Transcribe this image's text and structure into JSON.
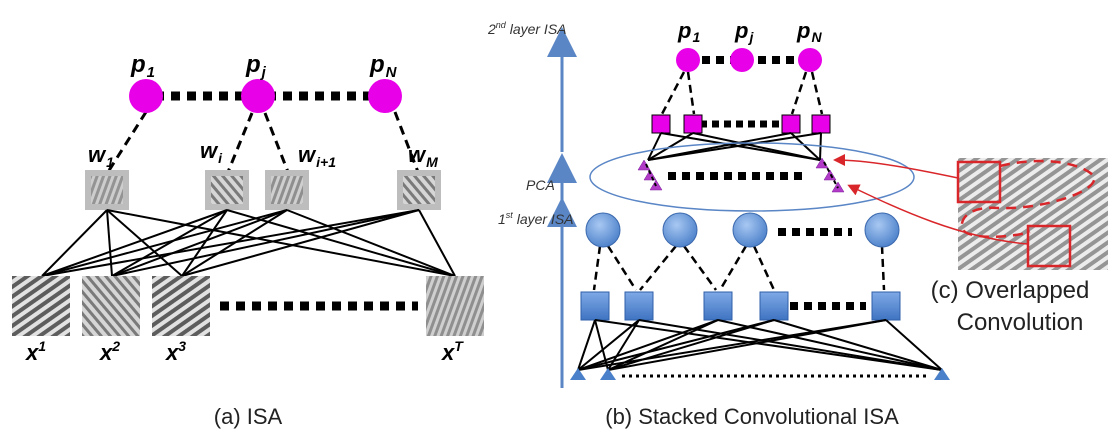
{
  "panel_a": {
    "pooling_units": [
      "p",
      "p",
      "p"
    ],
    "pooling_subs": [
      "1",
      "j",
      "N"
    ],
    "weights": [
      "w",
      "w",
      "w",
      "w"
    ],
    "weight_subs": [
      "1",
      "i",
      "i+1",
      "M"
    ],
    "inputs": [
      "x",
      "x",
      "x",
      "x"
    ],
    "input_sups": [
      "1",
      "2",
      "3",
      "T"
    ],
    "caption": "(a) ISA"
  },
  "panel_b": {
    "pooling_units": [
      "p",
      "p",
      "p"
    ],
    "pooling_subs": [
      "1",
      "j",
      "N"
    ],
    "layer2_label": "2",
    "layer2_sup": "nd",
    "layer2_rest": " layer ISA",
    "pca_label": "PCA",
    "layer1_label": "1",
    "layer1_sup": "st",
    "layer1_rest": " layer ISA",
    "caption": "(b) Stacked Convolutional ISA"
  },
  "panel_c": {
    "caption_line1": "(c) Overlapped",
    "caption_line2": "Convolution"
  },
  "colors": {
    "magenta": "#e800e8",
    "blue": "#5b8fd6",
    "arrow_blue": "#5a86c6",
    "red": "#d9262a"
  }
}
